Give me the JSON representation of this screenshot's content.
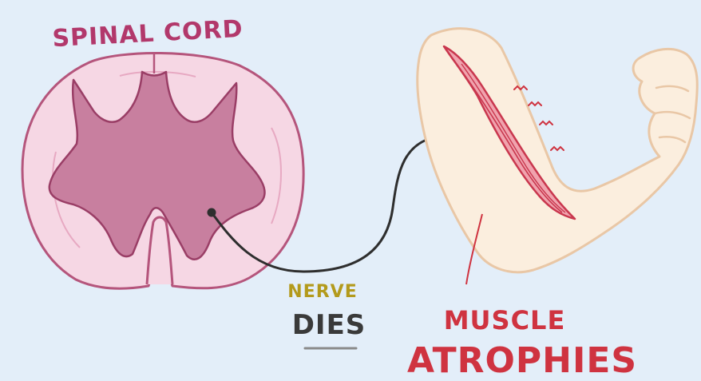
{
  "labels": {
    "spinal_cord": "SPINAL CORD",
    "nerve": "NERVE",
    "dies": "DIES",
    "muscle": "MUSCLE",
    "atrophies": "ATROPHIES"
  },
  "colors": {
    "background": "#e3eef9",
    "cord_white_matter": "#f6d7e4",
    "cord_gray_matter": "#c87f9f",
    "cord_outline": "#b5557c",
    "label_pink": "#b2386b",
    "label_red": "#cf3340",
    "nerve_label": "#b39a1c",
    "dies_label": "#3a3a3a",
    "nerve_line": "#2e2e2e",
    "arm_skin": "#fbeede",
    "arm_outline": "#e9c7a6",
    "muscle_fill": "#f0a3ae",
    "muscle_outline": "#c9374e"
  }
}
